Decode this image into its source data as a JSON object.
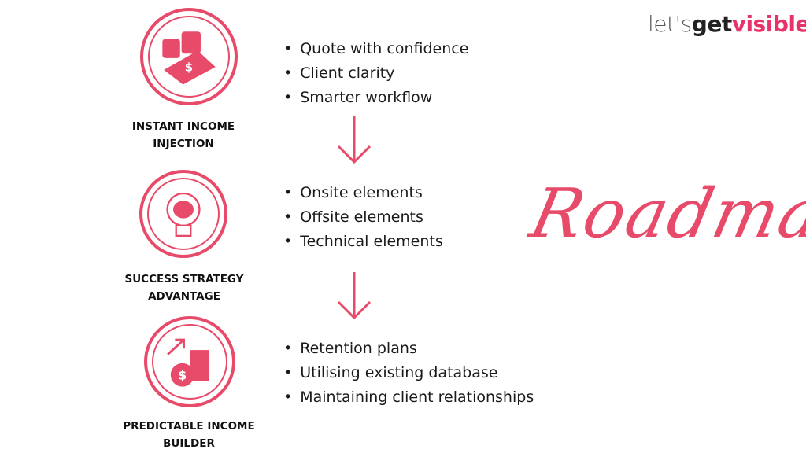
{
  "logo": {
    "part1": "let's",
    "part2": "get",
    "part3": "visible",
    "mark": "®"
  },
  "title": "Roadmap",
  "steps": [
    {
      "label": "INSTANT INCOME INJECTION",
      "icon": "money-coins-icon",
      "bullets": [
        "Quote with confidence",
        "Client clarity",
        "Smarter workflow"
      ]
    },
    {
      "label": "SUCCESS STRATEGY ADVANTAGE",
      "icon": "brain-lightbulb-icon",
      "bullets": [
        "Onsite elements",
        "Offsite elements",
        "Technical elements"
      ]
    },
    {
      "label": "PREDICTABLE INCOME BUILDER",
      "icon": "growth-coins-icon",
      "bullets": [
        "Retention plans",
        "Utilising existing database",
        "Maintaining client relationships"
      ]
    }
  ],
  "colors": {
    "accent": "#e84a6a"
  }
}
